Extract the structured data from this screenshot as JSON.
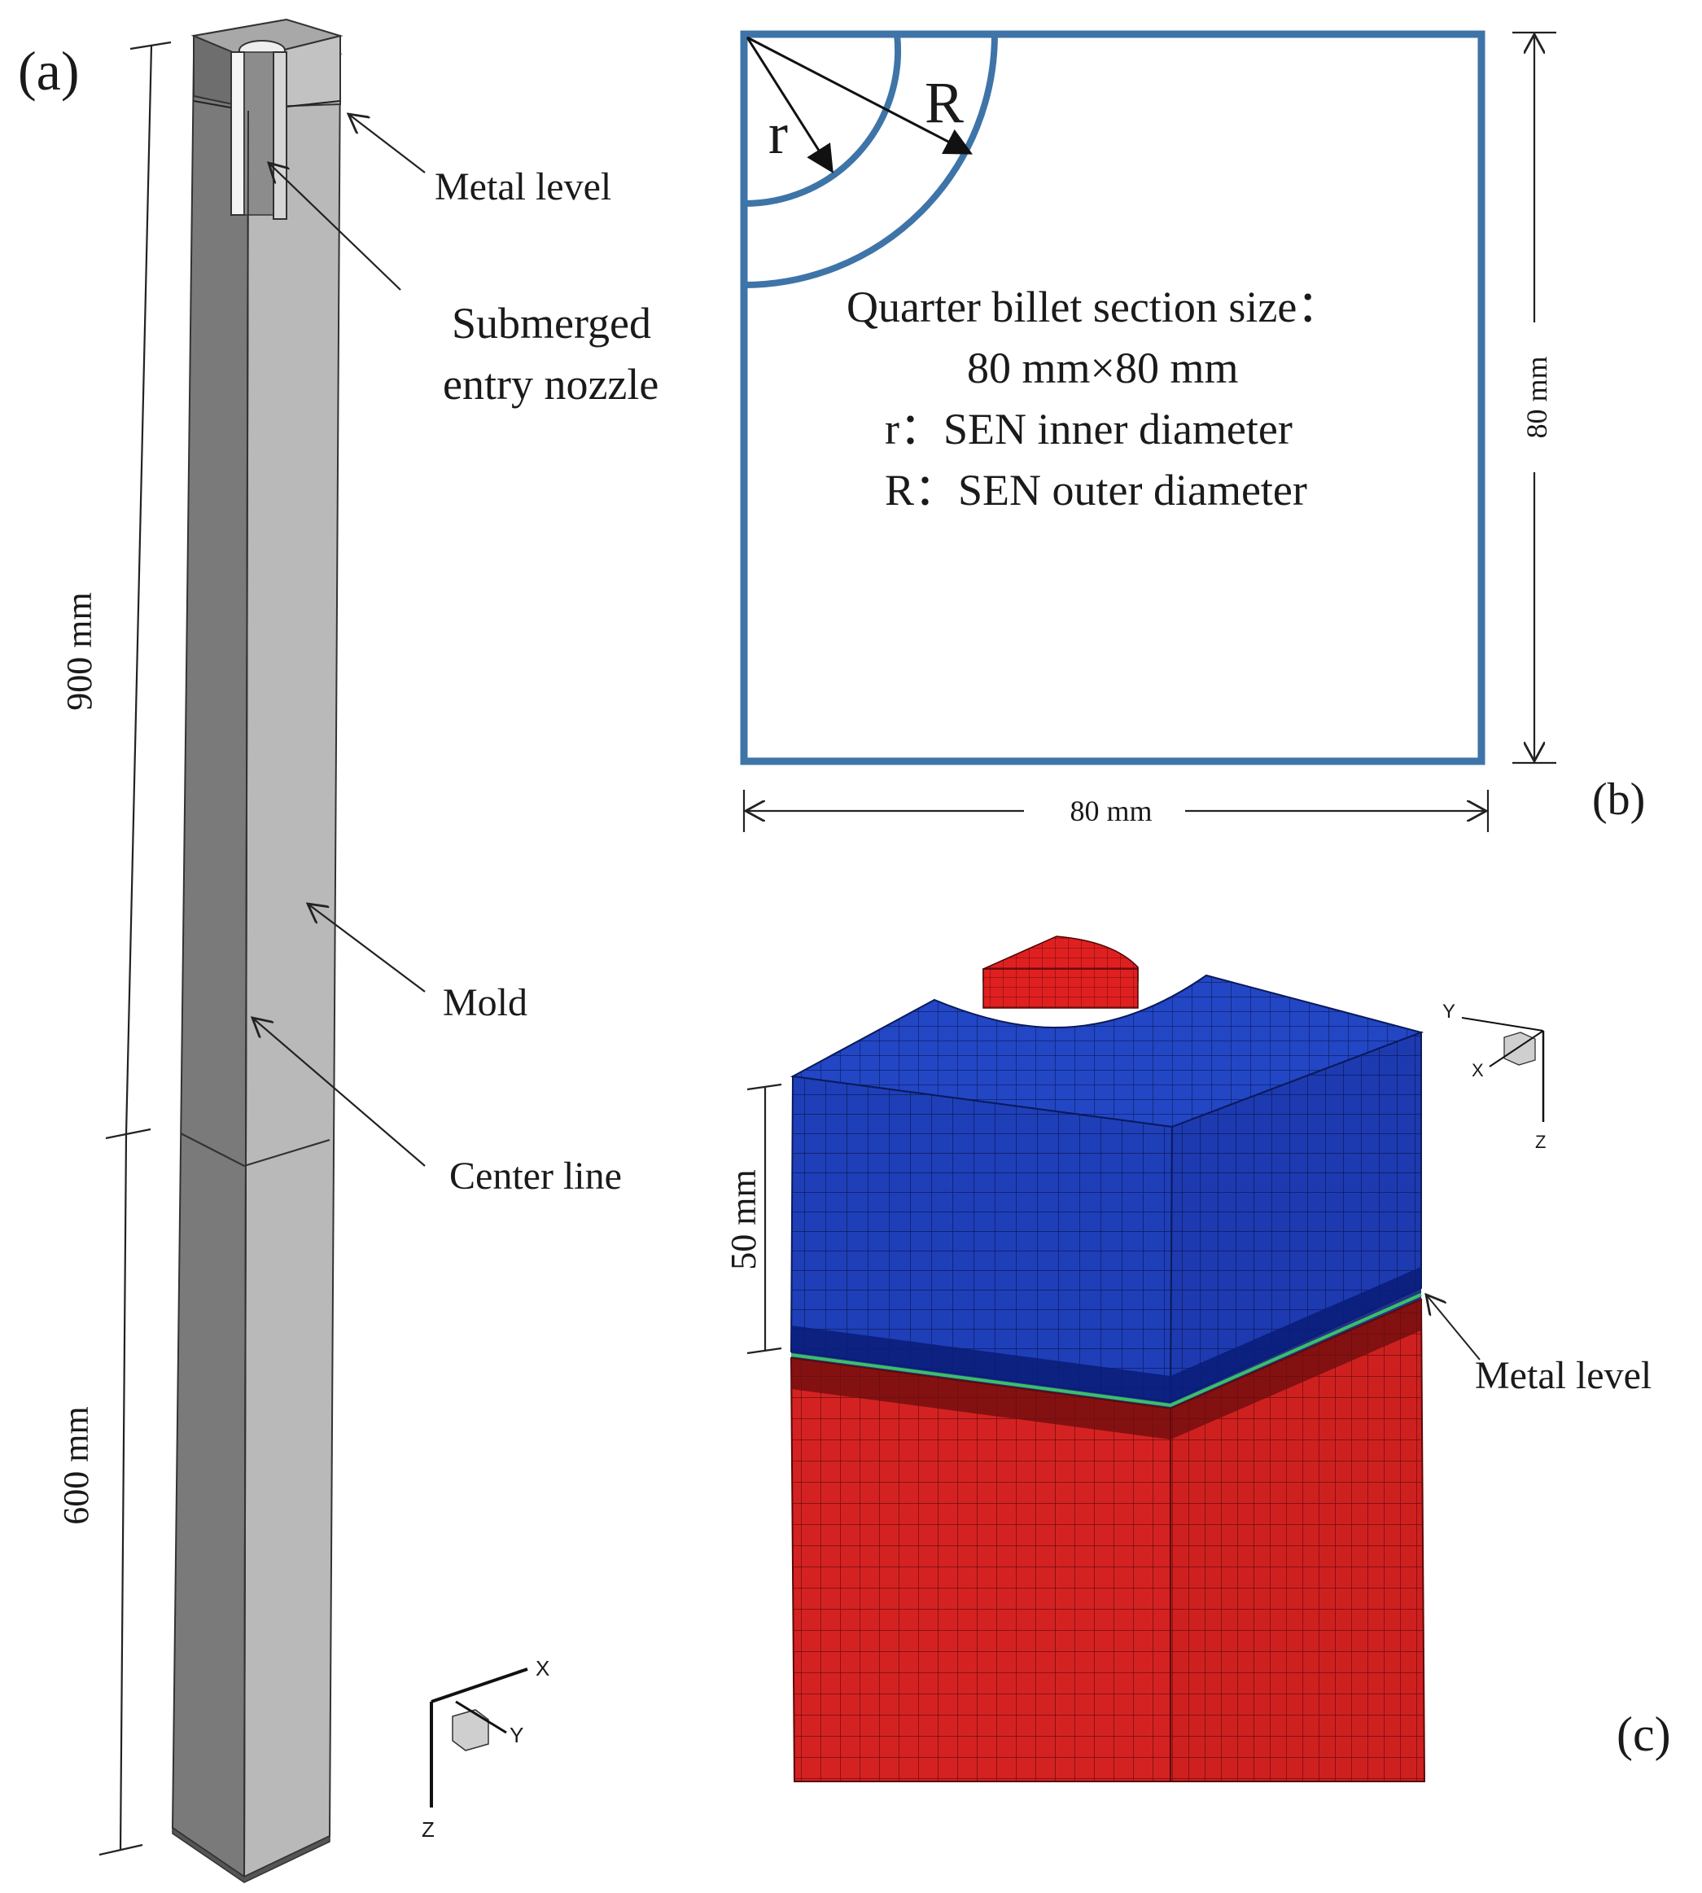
{
  "panel_a": {
    "label": "(a)",
    "dim_upper": "900 mm",
    "dim_lower": "600 mm",
    "callouts": {
      "metal_level": "Metal level",
      "sen_line1": "Submerged",
      "sen_line2": "entry nozzle",
      "mold": "Mold",
      "center_line": "Center line"
    },
    "axes": {
      "x": "X",
      "y": "Y",
      "z": "Z"
    }
  },
  "panel_b": {
    "label": "(b)",
    "r_label": "r",
    "R_label": "R",
    "lines": [
      "Quarter billet section size：",
      "80 mm×80 mm",
      "r：SEN  inner diameter",
      "R：SEN outer diameter"
    ],
    "width_dim": "80 mm",
    "height_dim": "80 mm",
    "colors": {
      "outline": "#3e74a8"
    }
  },
  "panel_c": {
    "label": "(c)",
    "dim": "50 mm",
    "metal_level": "Metal level",
    "axes": {
      "x": "X",
      "y": "Y",
      "z": "Z"
    },
    "colors": {
      "air": "#1f3fb8",
      "steel": "#d42222",
      "nozzle": "#e02020",
      "interface": "#3bbf6a"
    }
  }
}
